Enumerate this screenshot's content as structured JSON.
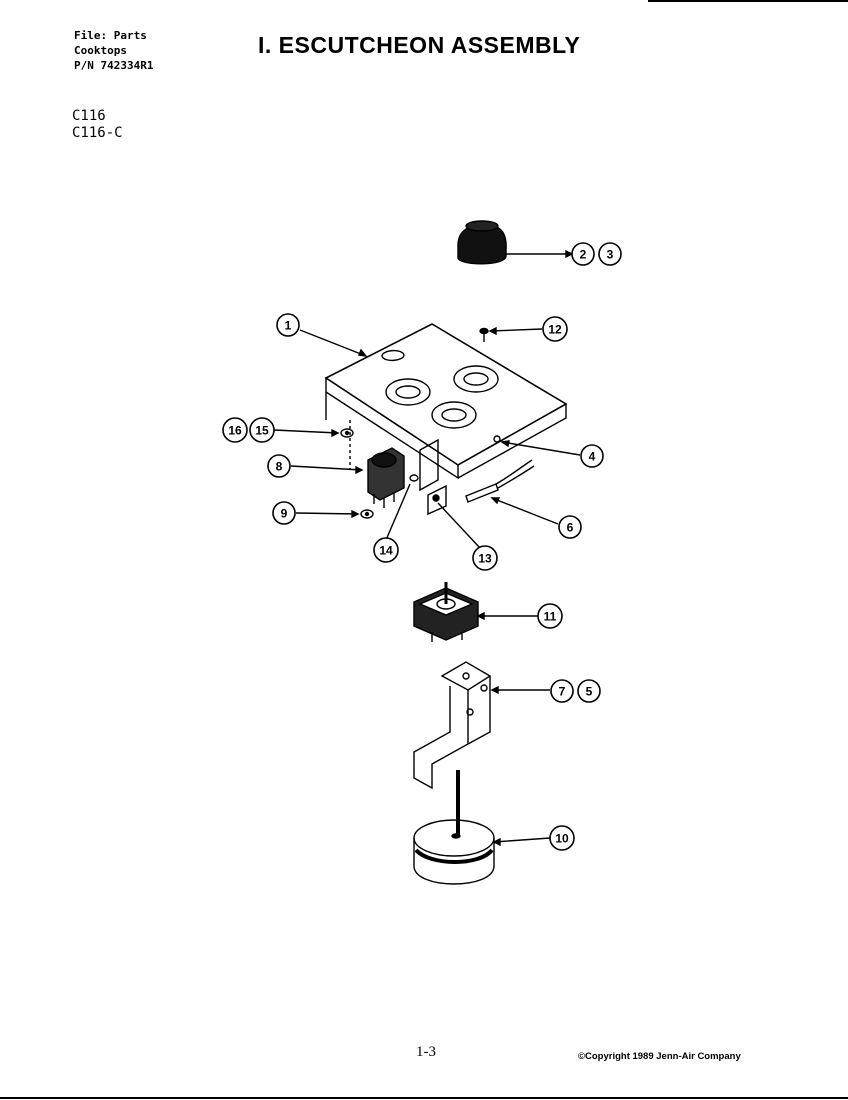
{
  "header": {
    "file_line": "File: Parts",
    "category": "Cooktops",
    "part_number": "P/N 742334R1"
  },
  "models": [
    "C116",
    "C116-C"
  ],
  "title": "I. ESCUTCHEON ASSEMBLY",
  "callouts": {
    "c1": "1",
    "c2": "2",
    "c3": "3",
    "c4": "4",
    "c5": "5",
    "c6": "6",
    "c7": "7",
    "c8": "8",
    "c9": "9",
    "c10": "10",
    "c11": "11",
    "c12": "12",
    "c13": "13",
    "c14": "14",
    "c15": "15",
    "c16": "16"
  },
  "footer": {
    "page_number": "1-3",
    "copyright": "©Copyright 1989 Jenn-Air Company"
  }
}
